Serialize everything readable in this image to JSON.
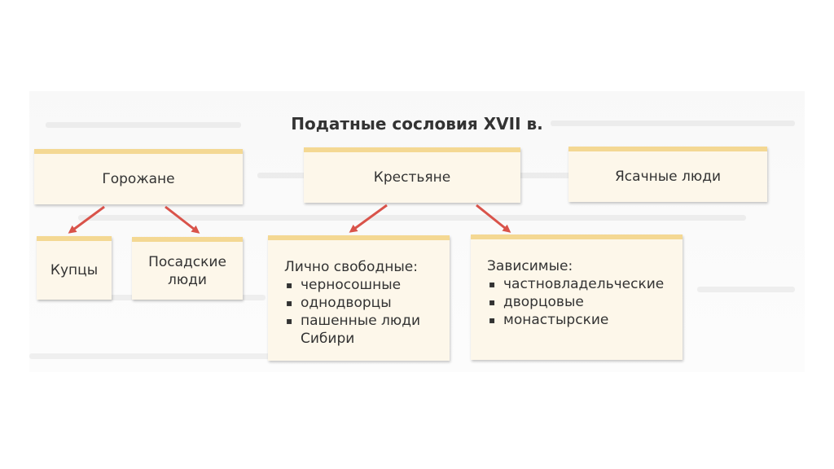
{
  "title": "Податные сословия XVII в.",
  "top_row": {
    "townspeople": "Горожане",
    "peasants": "Крестьяне",
    "yasak": "Ясачные люди"
  },
  "townspeople_children": {
    "merchants": "Купцы",
    "posad_people": "Посадские люди"
  },
  "free_peasants": {
    "heading": "Лично свободные:",
    "items": [
      "черносошные",
      "однодворцы",
      "пашенные люди Сибири"
    ]
  },
  "dependent_peasants": {
    "heading": "Зависимые:",
    "items": [
      "частновладельческие",
      "дворцовые",
      "монастырские"
    ]
  },
  "colors": {
    "box_fill": "#fdf7ea",
    "box_top": "#f4d893",
    "arrow": "#d9534a"
  },
  "bullet_symbol": "▪"
}
